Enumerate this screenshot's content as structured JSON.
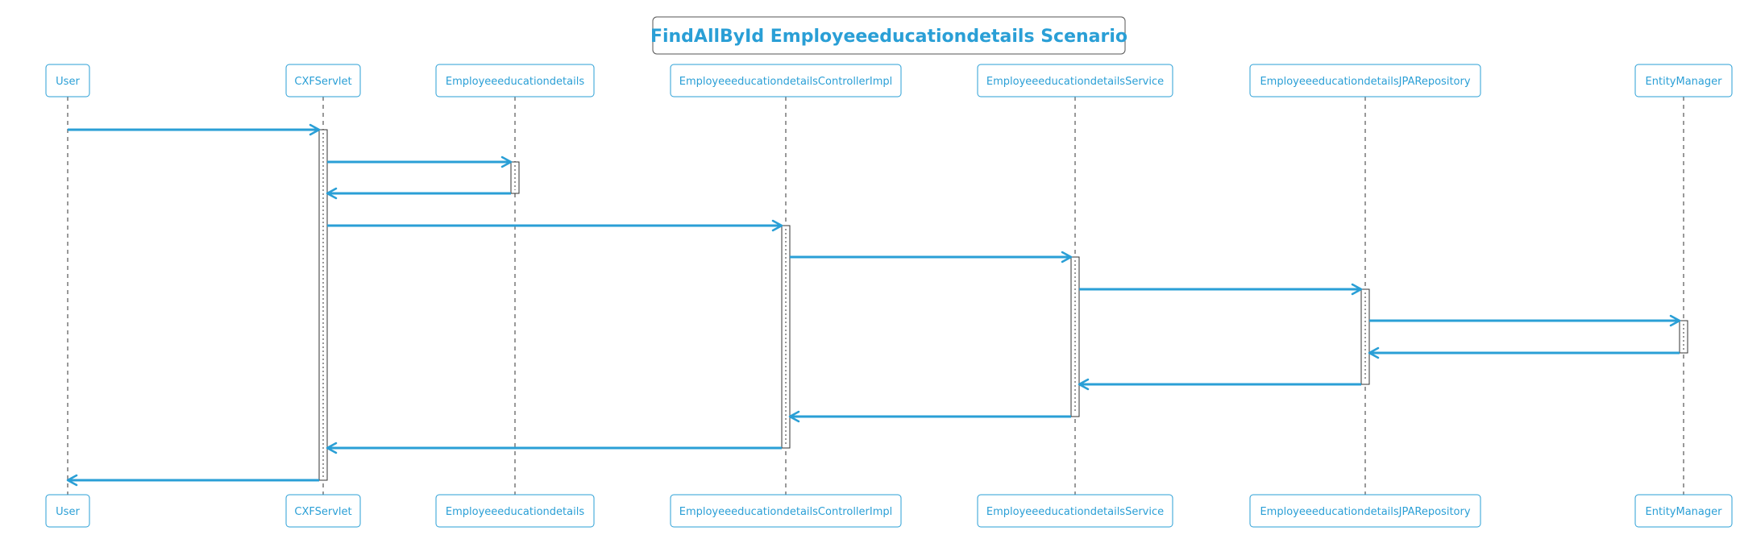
{
  "diagram": {
    "title": "FindAllById Employeeeducationdetails Scenario",
    "participants": [
      "User",
      "CXFServlet",
      "Employeeeducationdetails",
      "EmployeeeducationdetailsControllerImpl",
      "EmployeeeducationdetailsService",
      "EmployeeeducationdetailsJPARepository",
      "EntityManager"
    ],
    "messages": [
      {
        "from": 0,
        "to": 1
      },
      {
        "from": 1,
        "to": 2
      },
      {
        "from": 2,
        "to": 1
      },
      {
        "from": 1,
        "to": 3
      },
      {
        "from": 3,
        "to": 4
      },
      {
        "from": 4,
        "to": 5
      },
      {
        "from": 5,
        "to": 6
      },
      {
        "from": 6,
        "to": 5
      },
      {
        "from": 5,
        "to": 4
      },
      {
        "from": 4,
        "to": 3
      },
      {
        "from": 3,
        "to": 1
      },
      {
        "from": 1,
        "to": 0
      }
    ],
    "colors": {
      "accent": "#2a9fd6",
      "line": "#333333",
      "background": "#ffffff"
    }
  }
}
